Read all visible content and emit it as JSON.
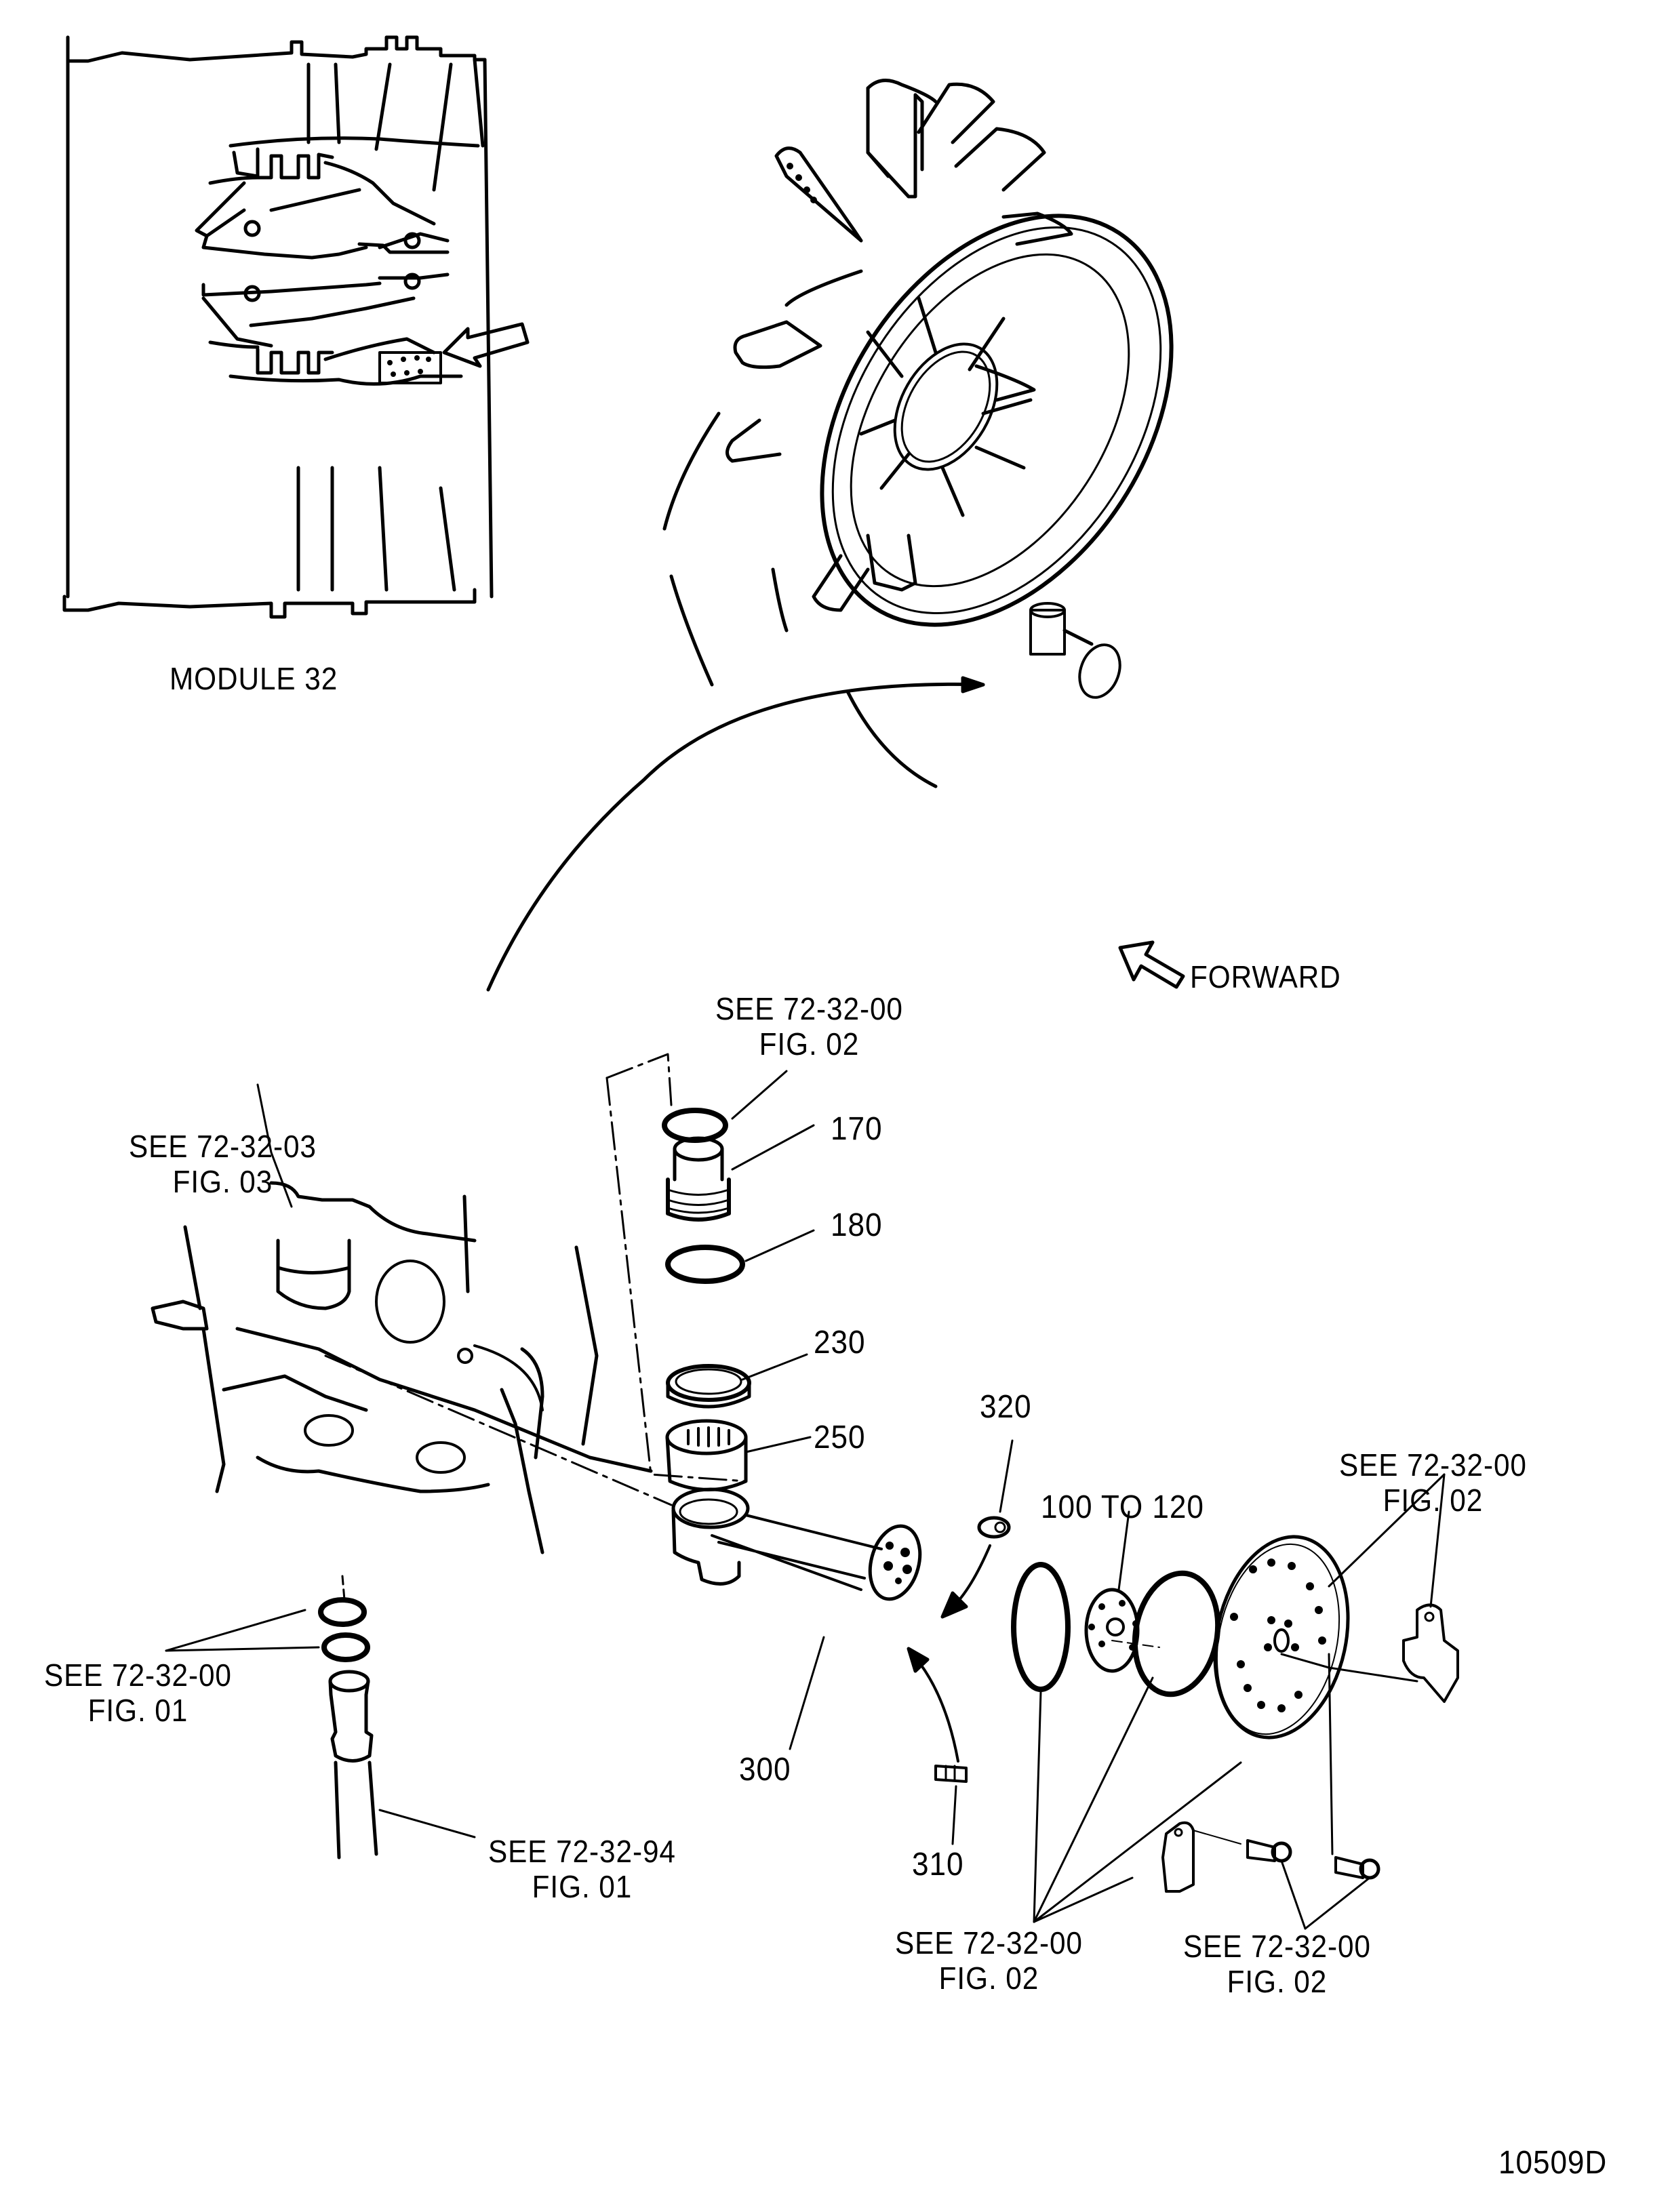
{
  "figure": {
    "inset_caption": "MODULE 32",
    "direction_label": "FORWARD",
    "drawing_number": "10509D"
  },
  "callouts": {
    "ring_top": {
      "line1": "SEE  72-32-00",
      "line2": "FIG. 02"
    },
    "housing": {
      "line1": "SEE  72-32-03",
      "line2": "FIG. 03"
    },
    "seals_left": {
      "line1": "SEE  72-32-00",
      "line2": "FIG. 01"
    },
    "tube": {
      "line1": "SEE  72-32-94",
      "line2": "FIG. 01"
    },
    "cover_plate": {
      "line1": "SEE  72-32-00",
      "line2": "FIG. 02"
    },
    "bracket_seals": {
      "line1": "SEE  72-32-00",
      "line2": "FIG. 02"
    },
    "bolts": {
      "line1": "SEE  72-32-00",
      "line2": "FIG. 02"
    }
  },
  "item_numbers": {
    "i170": "170",
    "i180": "180",
    "i230": "230",
    "i250": "250",
    "i300": "300",
    "i310": "310",
    "i320": "320",
    "i100_120": "100  TO  120"
  }
}
